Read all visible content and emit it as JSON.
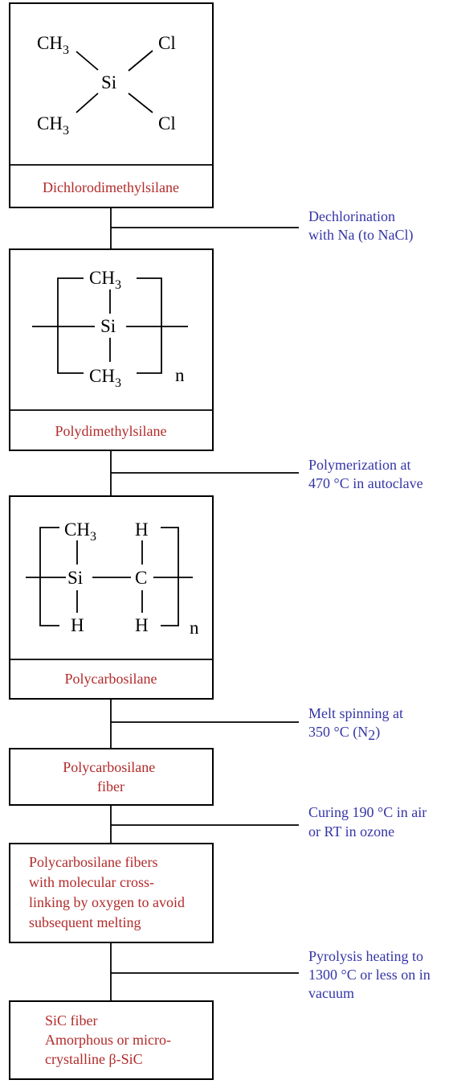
{
  "colors": {
    "name_text": "#b22a2a",
    "step_text": "#3535a8",
    "lines": "#000000"
  },
  "compounds": [
    {
      "name": "Dichlorodimethylsilane",
      "atoms": {
        "center": "Si",
        "top_left": "CH",
        "top_left_sub": "3",
        "bottom_left": "CH",
        "bottom_left_sub": "3",
        "top_right": "Cl",
        "bottom_right": "Cl"
      }
    },
    {
      "name": "Polydimethylsilane",
      "atoms": {
        "center": "Si",
        "top": "CH",
        "top_sub": "3",
        "bottom": "CH",
        "bottom_sub": "3",
        "repeat": "n"
      }
    },
    {
      "name": "Polycarbosilane",
      "atoms": {
        "si": "Si",
        "c": "C",
        "si_top": "CH",
        "si_top_sub": "3",
        "si_bottom": "H",
        "c_top": "H",
        "c_bottom": "H",
        "repeat": "n"
      }
    }
  ],
  "boxes": [
    {
      "lines": [
        "Polycarbosilane",
        "fiber"
      ]
    },
    {
      "lines": [
        "Polycarbosilane fibers",
        "with molecular cross-",
        "linking by oxygen to avoid",
        "subsequent melting"
      ]
    },
    {
      "lines": [
        "SiC fiber",
        "Amorphous or micro-",
        "crystalline β-SiC"
      ]
    }
  ],
  "steps": [
    {
      "lines": [
        "Dechlorination",
        "with Na (to NaCl)"
      ]
    },
    {
      "lines": [
        "Polymerization at",
        "470 °C in autoclave"
      ]
    },
    {
      "line1": "Melt spinning at",
      "line2_prefix": "350 °C (N",
      "line2_sub": "2",
      "line2_suffix": ")"
    },
    {
      "lines": [
        "Curing 190 °C in air",
        "or RT in ozone"
      ]
    },
    {
      "lines": [
        "Pyrolysis heating to",
        "1300 °C or less on in",
        "vacuum"
      ]
    }
  ]
}
